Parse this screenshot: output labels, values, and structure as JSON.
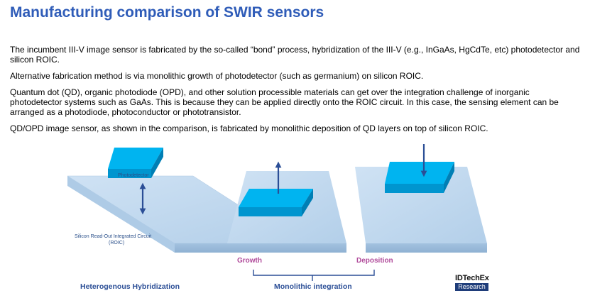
{
  "title": "Manufacturing comparison of SWIR sensors",
  "paragraphs": [
    "The incumbent III-V image sensor is fabricated by the so-called “bond” process, hybridization of the III-V (e.g., InGaAs, HgCdTe, etc) photodetector and silicon ROIC.",
    "Alternative fabrication method is via monolithic growth of photodetector (such as germanium) on silicon ROIC.",
    "Quantum dot (QD), organic photodiode (OPD), and other solution processible materials can get over the integration challenge of inorganic photodetector systems such as GaAs. This is because they can be applied directly onto the ROIC circuit. In this case, the sensing element can be arranged as a photodiode, photoconductor or phototransistor.",
    "QD/OPD image sensor, as shown in the comparison, is fabricated by monolithic deposition of QD layers on top of silicon ROIC."
  ],
  "diagram": {
    "photodetector_label": "Photodetector",
    "roic_label_line1": "Silicon Read-Out Integrated Circuit",
    "roic_label_line2": "(ROIC)",
    "growth_label": "Growth",
    "deposition_label": "Deposition",
    "hetero_label": "Heterogenous Hybridization",
    "mono_label": "Monolithic integration"
  },
  "logo": {
    "name": "IDTechEx",
    "sub": "Research"
  },
  "colors": {
    "title": "#2f5cb8",
    "slab_top": "#bcd6ee",
    "slab_side": "#98b9d9",
    "detector_top": "#00b4f0",
    "arrow": "#2b4e96",
    "pink_label": "#b04a9a"
  }
}
